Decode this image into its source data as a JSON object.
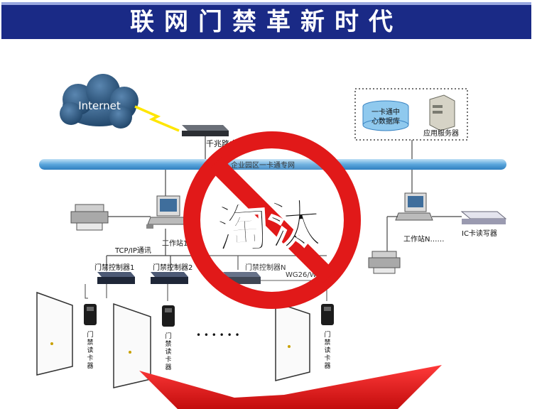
{
  "header": {
    "title": "联网门禁革新时代"
  },
  "network": {
    "internet_label": "Internet",
    "router_label": "千兆路由器",
    "backbone_label": "企业园区一卡通专网",
    "database_label_line1": "一卡通中",
    "database_label_line2": "心数据库",
    "server_label": "应用服务器",
    "workstation1_label": "工作站1",
    "workstationN_label": "工作站N……",
    "ic_reader_label": "IC卡读写器",
    "tcpip_label": "TCP/IP通讯",
    "controller1_label": "门禁控制器1",
    "controller2_label": "门禁控制器2",
    "controllerN_label": "门禁控制器N",
    "wiegand_label": "WG26/WG34",
    "card_reader_label": [
      "门",
      "禁",
      "读",
      "卡",
      "器"
    ],
    "ellipsis": "• • • • • •"
  },
  "overlay": {
    "stamp_text": "淘汰",
    "prohibit_color": "#e11919",
    "arrow_color": "#ee1c1c"
  },
  "colors": {
    "title_bg": "#1a2a86",
    "backbone": "#6fb3e0",
    "cloud": "#2f5c86"
  }
}
